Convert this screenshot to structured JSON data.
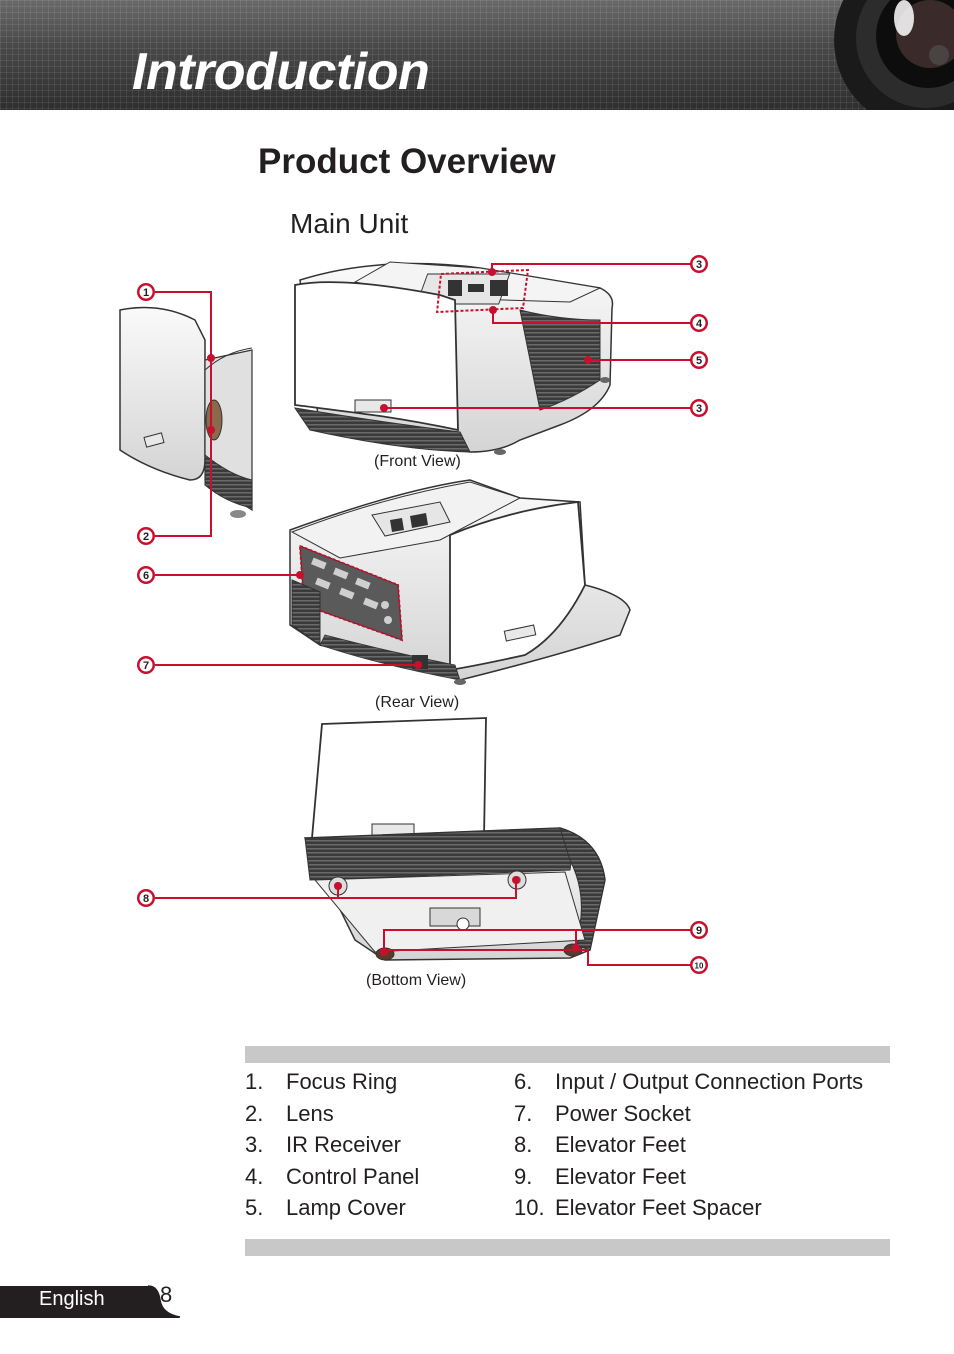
{
  "header": {
    "title": "Introduction"
  },
  "section_title": "Product Overview",
  "subsection_title": "Main Unit",
  "figure": {
    "callout_numbers": [
      "1",
      "2",
      "3",
      "4",
      "5",
      "3",
      "6",
      "7",
      "8",
      "9",
      "10"
    ],
    "captions": {
      "front": "(Front View)",
      "rear": "(Rear View)",
      "bottom": "(Bottom View)"
    },
    "accent_color": "#c8102e"
  },
  "legend": {
    "left": [
      {
        "num": "1.",
        "label": "Focus Ring"
      },
      {
        "num": "2.",
        "label": "Lens"
      },
      {
        "num": "3.",
        "label": "IR Receiver"
      },
      {
        "num": "4.",
        "label": "Control Panel"
      },
      {
        "num": "5.",
        "label": "Lamp Cover"
      }
    ],
    "right": [
      {
        "num": "6.",
        "label": "Input / Output Connection Ports"
      },
      {
        "num": "7.",
        "label": "Power Socket"
      },
      {
        "num": "8.",
        "label": "Elevator Feet"
      },
      {
        "num": "9.",
        "label": "Elevator Feet"
      },
      {
        "num": "10.",
        "label": "Elevator Feet Spacer"
      }
    ]
  },
  "footer": {
    "language": "English",
    "page_number": "8"
  }
}
